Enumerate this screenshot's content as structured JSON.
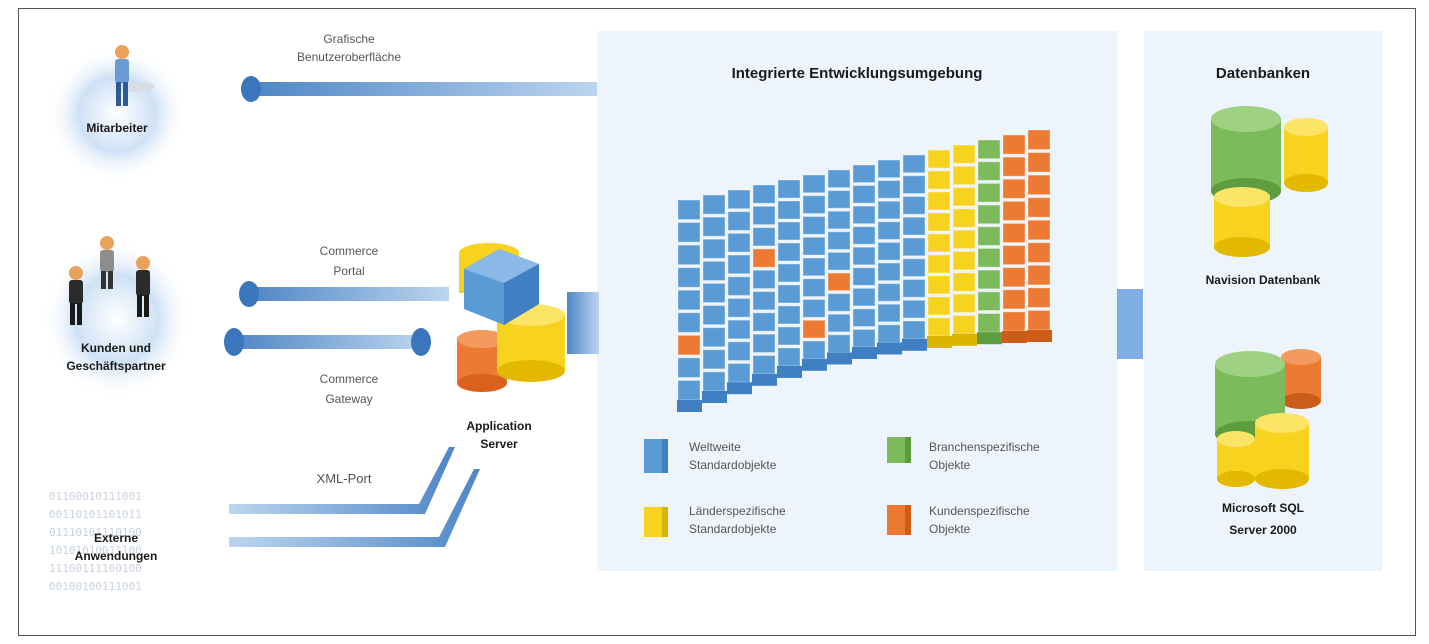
{
  "actors": {
    "employees": "Mitarbeiter",
    "customers_line1": "Kunden und",
    "customers_line2": "Geschäftspartner",
    "external_line1": "Externe",
    "external_line2": "Anwendungen"
  },
  "connections": {
    "gui_line1": "Grafische",
    "gui_line2": "Benutzeroberfläche",
    "portal_line1": "Commerce",
    "portal_line2": "Portal",
    "gateway_line1": "Commerce",
    "gateway_line2": "Gateway",
    "xml_port": "XML-Port"
  },
  "binary_rows": [
    "01100010111001",
    "00110101101011",
    "01110101110100",
    "10101010011100",
    "11100111100100",
    "00100100111001"
  ],
  "app_server": {
    "line1": "Application",
    "line2": "Server"
  },
  "ide": {
    "title": "Integrierte Entwicklungsumgebung",
    "legend": [
      {
        "line1": "Weltweite",
        "line2": "Standardobjekte",
        "color": "#5b9bd5"
      },
      {
        "line1": "Branchenspezifische",
        "line2": "Objekte",
        "color": "#7cba5c"
      },
      {
        "line1": "Länderspezifische",
        "line2": "Standardobjekte",
        "color": "#f7d21e"
      },
      {
        "line1": "Kundenspezifische",
        "line2": "Objekte",
        "color": "#ec7a33"
      }
    ]
  },
  "databases": {
    "title": "Datenbanken",
    "navision": "Navision Datenbank",
    "mssql_line1": "Microsoft SQL",
    "mssql_line2": "Server 2000"
  },
  "colors": {
    "blue": "#5b9bd5",
    "green": "#7cba5c",
    "yellow": "#f7d21e",
    "orange": "#ec7a33",
    "panel": "#eef4fb"
  }
}
